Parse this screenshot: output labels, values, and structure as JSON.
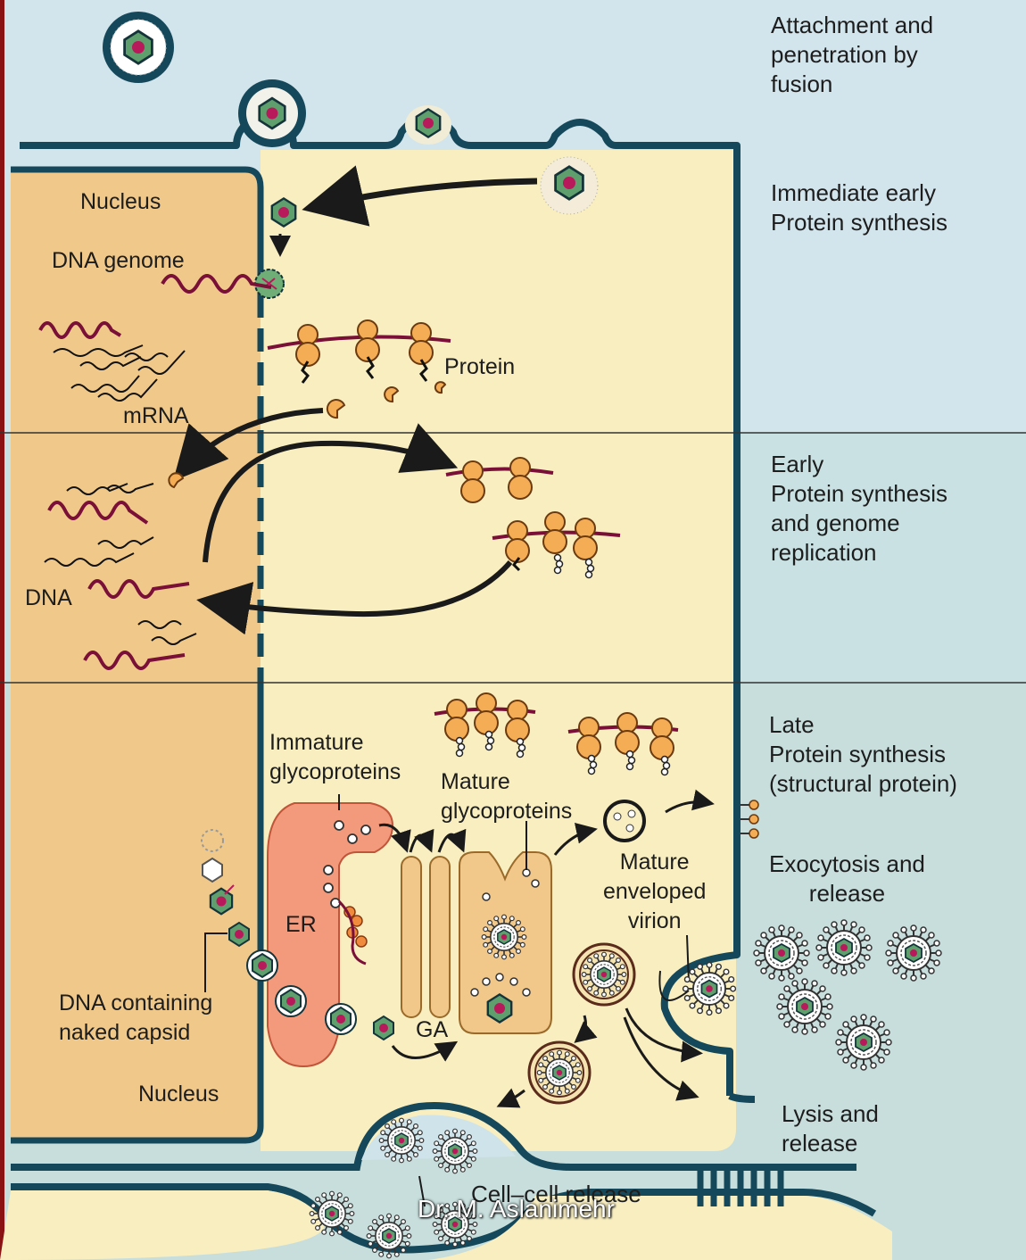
{
  "stages": {
    "attachment": [
      "Attachment and",
      "penetration by",
      "fusion"
    ],
    "immediate_early": [
      "Immediate early",
      "Protein synthesis"
    ],
    "early": [
      "Early",
      "Protein synthesis",
      "and genome",
      "replication"
    ],
    "late": [
      "Late",
      "Protein synthesis",
      "(structural protein)"
    ],
    "exocytosis": [
      "Exocytosis and",
      "release"
    ],
    "lysis": [
      "Lysis and",
      "release"
    ],
    "cell_cell": "Cell–cell release"
  },
  "labels": {
    "nucleus_top": "Nucleus",
    "dna_genome": "DNA genome",
    "protein": "Protein",
    "mrna": "mRNA",
    "dna": "DNA",
    "immature_glyco": [
      "Immature",
      "glycoproteins"
    ],
    "mature_glyco": [
      "Mature",
      "glycoproteins"
    ],
    "er": "ER",
    "ga": "GA",
    "mature_virion": [
      "Mature",
      "enveloped",
      "virion"
    ],
    "naked_capsid": [
      "DNA containing",
      "naked capsid"
    ],
    "nucleus_bottom": "Nucleus"
  },
  "watermark": "Dr. M. Aslanimehr",
  "colors": {
    "background": "#cfe3ea",
    "cytoplasm": "#f8eec0",
    "nucleus": "#f0c98a",
    "membrane": "#15485a",
    "capsid": "#5f9f6d",
    "core": "#b8195a",
    "ribosome": "#f4ad55",
    "rna": "#7a1038",
    "er": "#f39a7c"
  }
}
